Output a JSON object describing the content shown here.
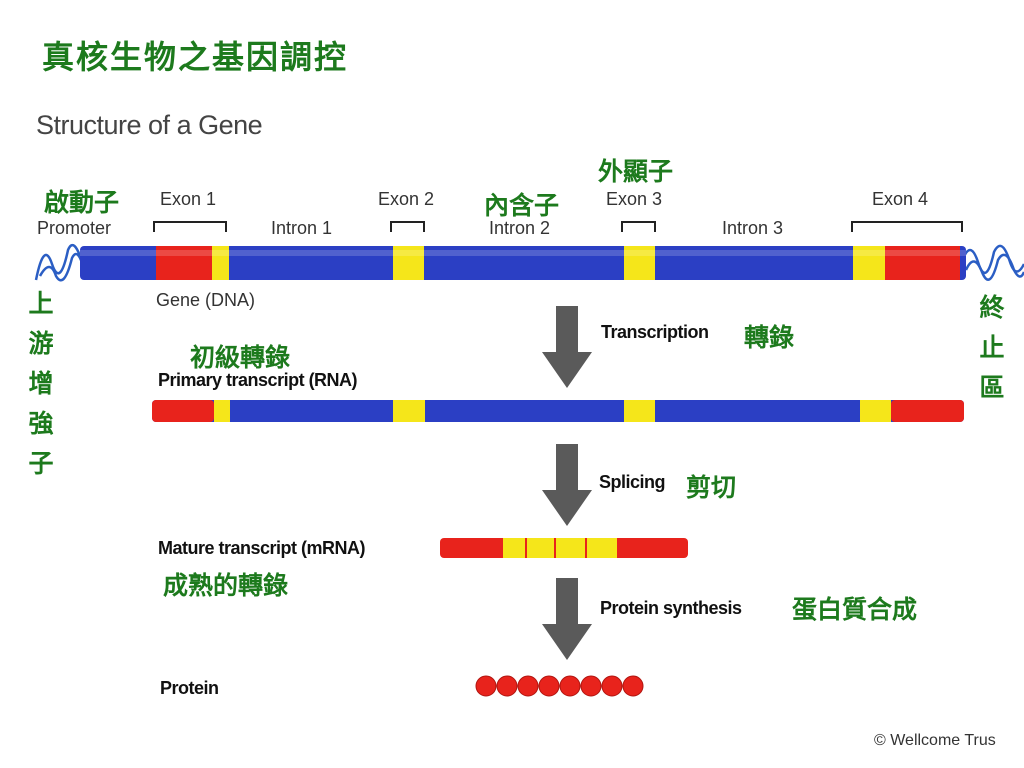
{
  "title": "真核生物之基因調控",
  "subtitle": "Structure of a Gene",
  "zh_labels": {
    "promoter": "啟動子",
    "intron": "內含子",
    "exon": "外顯子",
    "primary": "初級轉錄",
    "transcription": "轉錄",
    "splicing": "剪切",
    "mature": "成熟的轉錄",
    "protein_synthesis": "蛋白質合成",
    "enhancer": [
      "上",
      "游",
      "增",
      "強",
      "子"
    ],
    "terminator": [
      "終",
      "止",
      "區"
    ]
  },
  "en_labels": {
    "promoter": "Promoter",
    "exon1": "Exon 1",
    "intron1": "Intron 1",
    "exon2": "Exon 2",
    "intron2": "Intron 2",
    "exon3": "Exon 3",
    "intron3": "Intron 3",
    "exon4": "Exon 4",
    "gene_dna": "Gene (DNA)",
    "transcription": "Transcription",
    "primary_transcript": "Primary transcript (RNA)",
    "splicing": "Splicing",
    "mature_transcript": "Mature transcript (mRNA)",
    "protein_synthesis": "Protein synthesis",
    "protein": "Protein"
  },
  "copyright": "© Wellcome Trus",
  "colors": {
    "title_green": "#1d7a1d",
    "intron_blue": "#2b3fc4",
    "exon_red": "#e8231c",
    "utr_yellow": "#f5e61a",
    "arrow_gray": "#5a5a5a",
    "helix_blue": "#2b5ec4"
  }
}
